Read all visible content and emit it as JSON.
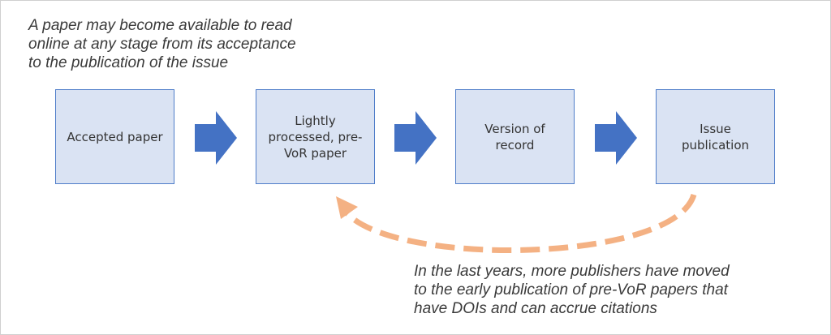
{
  "notes": {
    "top": [
      "A paper may become available to read",
      "online at any stage from its acceptance",
      "to the publication of the issue"
    ],
    "bottom": [
      "In the last years, more publishers have moved",
      "to the early publication of pre-VoR papers that",
      "have DOIs and can accrue citations"
    ]
  },
  "stages": [
    {
      "lines": [
        "Accepted paper"
      ]
    },
    {
      "lines": [
        "Lightly",
        "processed, pre-",
        "VoR paper"
      ]
    },
    {
      "lines": [
        "Version of",
        "record"
      ]
    },
    {
      "lines": [
        "Issue",
        "publication"
      ]
    }
  ],
  "colors": {
    "box_fill": "#dae3f3",
    "box_border": "#4f7dc9",
    "flow_arrow": "#4472c4",
    "return_arrow": "#f4b183",
    "note_text": "#3a3a3a",
    "box_text": "#333333"
  }
}
